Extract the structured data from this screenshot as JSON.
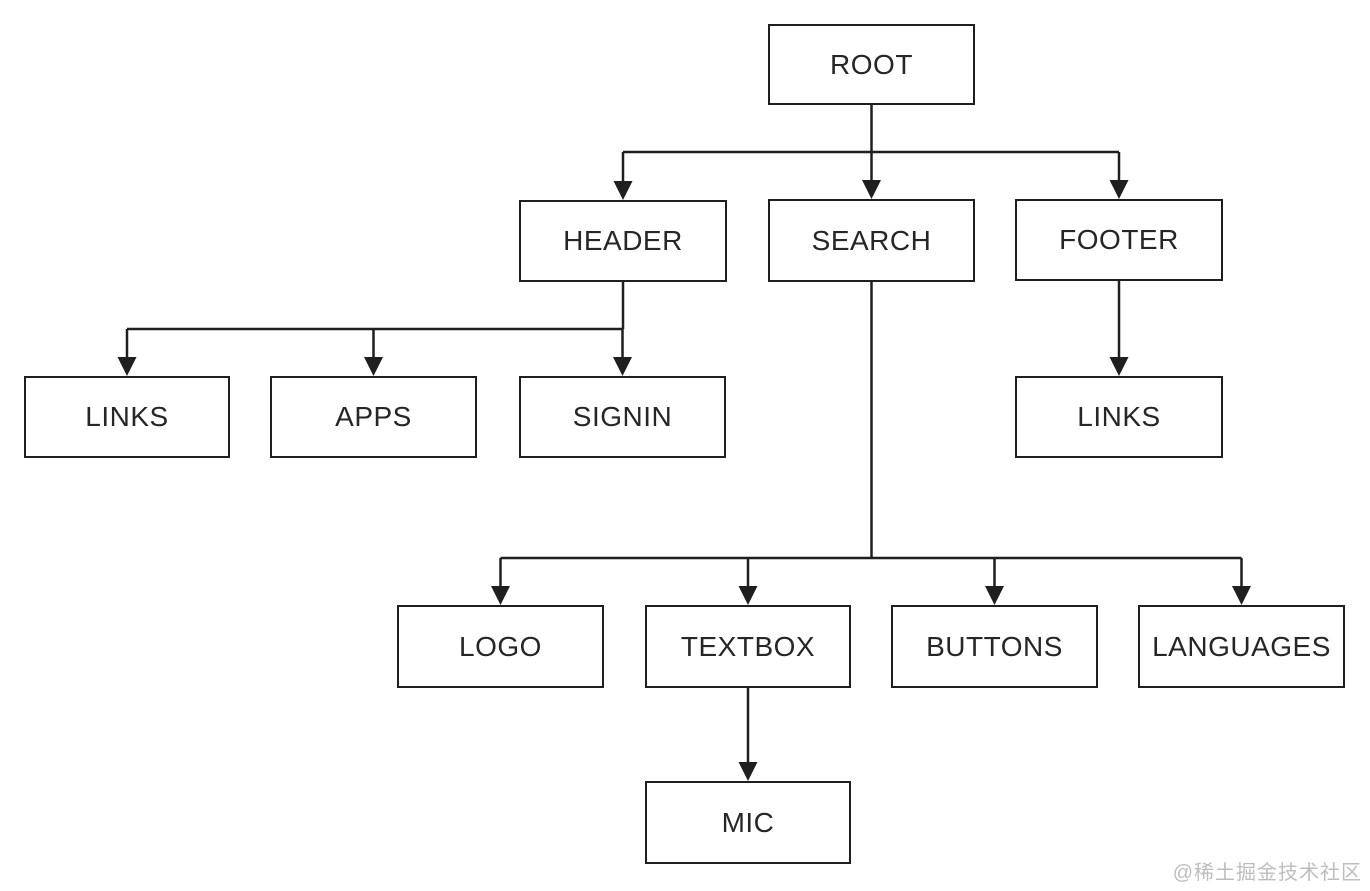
{
  "diagram": {
    "type": "tree",
    "nodes": [
      {
        "id": "root",
        "label": "ROOT"
      },
      {
        "id": "header",
        "label": "HEADER"
      },
      {
        "id": "search",
        "label": "SEARCH"
      },
      {
        "id": "footer",
        "label": "FOOTER"
      },
      {
        "id": "links_header",
        "label": "LINKS"
      },
      {
        "id": "apps",
        "label": "APPS"
      },
      {
        "id": "signin",
        "label": "SIGNIN"
      },
      {
        "id": "links_footer",
        "label": "LINKS"
      },
      {
        "id": "logo",
        "label": "LOGO"
      },
      {
        "id": "textbox",
        "label": "TEXTBOX"
      },
      {
        "id": "buttons",
        "label": "BUTTONS"
      },
      {
        "id": "languages",
        "label": "LANGUAGES"
      },
      {
        "id": "mic",
        "label": "MIC"
      }
    ],
    "edges": [
      {
        "from": "root",
        "to": [
          "header",
          "search",
          "footer"
        ]
      },
      {
        "from": "header",
        "to": [
          "links_header",
          "apps",
          "signin"
        ]
      },
      {
        "from": "footer",
        "to": [
          "links_footer"
        ]
      },
      {
        "from": "search",
        "to": [
          "logo",
          "textbox",
          "buttons",
          "languages"
        ]
      },
      {
        "from": "textbox",
        "to": [
          "mic"
        ]
      }
    ],
    "colors": {
      "line": "#1f1f1f",
      "box_border": "#1f1f1f",
      "box_fill": "#ffffff",
      "text": "#262626",
      "background": "#ffffff",
      "watermark_text": "#bdbdbd"
    }
  },
  "watermark": {
    "text": "@稀土掘金技术社区"
  }
}
